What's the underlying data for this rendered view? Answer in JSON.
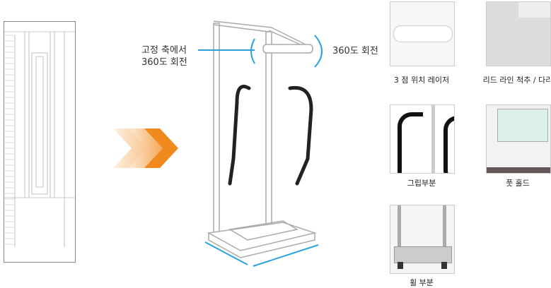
{
  "annotations": {
    "fixed_axis_line1": "고정 축에서",
    "fixed_axis_line2": "360도 회전",
    "rotate_label": "360도 회전"
  },
  "captions": {
    "laser": "3 점 위치 레이저",
    "lead_line": "리드 라인 척추 / 다리",
    "grip": "그립부분",
    "foothold": "풋 홀드",
    "wheel": "휠 부분"
  },
  "colors": {
    "accent_blue": "#29a3dd",
    "arrow_orange": "#f08a1e"
  }
}
